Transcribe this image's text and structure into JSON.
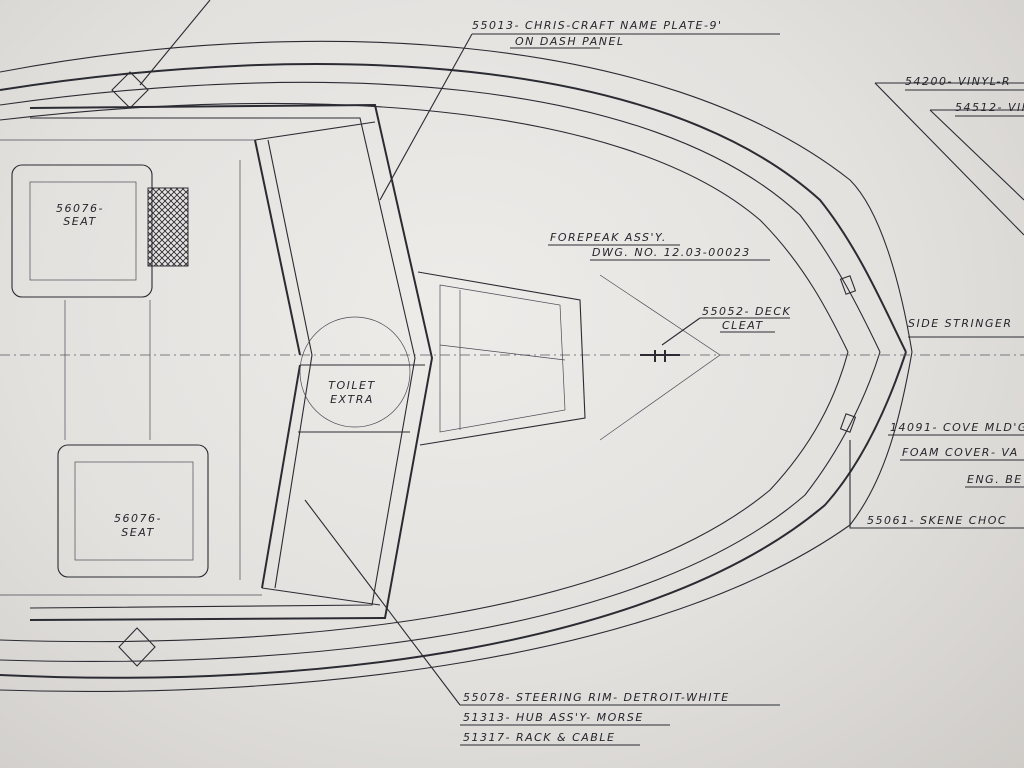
{
  "callouts": {
    "nameplate_line1": "55013- CHRIS-CRAFT NAME PLATE-9'",
    "nameplate_line2": "ON DASH PANEL",
    "vinyl_1": "54200- VINYL-R",
    "vinyl_2": "54512- VIN",
    "forepeak_line1": "FOREPEAK ASS'Y.",
    "forepeak_line2": "DWG. NO. 12.03-00023",
    "deck_cleat_line1": "55052- DECK",
    "deck_cleat_line2": "CLEAT",
    "side_stringer": "SIDE STRINGER",
    "cove_mold": "14091- COVE MLD'G -",
    "foam_cover": "FOAM COVER- VA",
    "eng": "ENG. BE",
    "skene_chock": "55061- SKENE CHOC",
    "seat_upper_line1": "56076-",
    "seat_upper_line2": "SEAT",
    "seat_lower_line1": "56076-",
    "seat_lower_line2": "SEAT",
    "toilet_line1": "TOILET",
    "toilet_line2": "EXTRA",
    "steering_rim": "55078- STEERING RIM- DETROIT-WHITE",
    "hub_assy": "51313- HUB ASS'Y- MORSE",
    "rack_cable": "51317- RACK & CABLE"
  }
}
